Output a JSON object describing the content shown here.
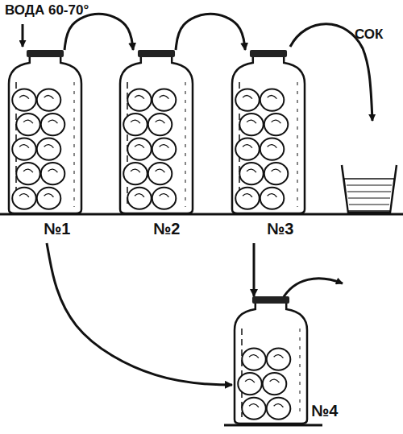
{
  "diagram": {
    "nodes": [
      {
        "text": [
          "№1"
        ]
      },
      {
        "text": [
          "№2"
        ]
      },
      {
        "text": [
          "№3"
        ]
      },
      {
        "text": [
          "№4"
        ]
      }
    ],
    "edges": [
      {
        "from": 0,
        "to": 1,
        "arrow": "to"
      },
      {
        "from": 1,
        "to": 2,
        "arrow": "to"
      },
      {
        "from": 0,
        "to": 3,
        "arrow": "to"
      },
      {
        "from": 2,
        "to": 3,
        "arrow": "to"
      }
    ],
    "labels": [
      "ВОДА 60-70°",
      "СОК"
    ]
  }
}
